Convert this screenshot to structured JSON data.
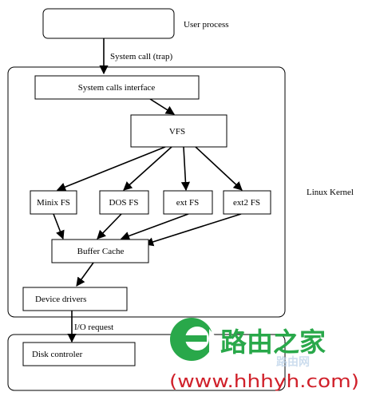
{
  "diagram": {
    "nodes": {
      "user_process": {
        "label": "User process"
      },
      "system_calls_interface": {
        "label": "System calls interface"
      },
      "vfs": {
        "label": "VFS"
      },
      "minix_fs": {
        "label": "Minix FS"
      },
      "dos_fs": {
        "label": "DOS FS"
      },
      "ext_fs": {
        "label": "ext FS"
      },
      "ext2_fs": {
        "label": "ext2 FS"
      },
      "buffer_cache": {
        "label": "Buffer Cache"
      },
      "device_drivers": {
        "label": "Device drivers"
      },
      "disk_controller": {
        "label": "Disk controler"
      }
    },
    "regions": {
      "linux_kernel": {
        "label": "Linux Kernel"
      }
    },
    "edges": {
      "system_call": {
        "from": "user_process",
        "to": "system_calls_interface",
        "label": "System call (trap)"
      },
      "sci_to_vfs": {
        "from": "system_calls_interface",
        "to": "vfs"
      },
      "vfs_to_minix": {
        "from": "vfs",
        "to": "minix_fs"
      },
      "vfs_to_dos": {
        "from": "vfs",
        "to": "dos_fs"
      },
      "vfs_to_ext": {
        "from": "vfs",
        "to": "ext_fs"
      },
      "vfs_to_ext2": {
        "from": "vfs",
        "to": "ext2_fs"
      },
      "minix_to_cache": {
        "from": "minix_fs",
        "to": "buffer_cache"
      },
      "dos_to_cache": {
        "from": "dos_fs",
        "to": "buffer_cache"
      },
      "ext_to_cache": {
        "from": "ext_fs",
        "to": "buffer_cache"
      },
      "ext2_to_cache": {
        "from": "ext2_fs",
        "to": "buffer_cache"
      },
      "cache_to_drivers": {
        "from": "buffer_cache",
        "to": "device_drivers"
      },
      "io_request": {
        "from": "device_drivers",
        "to": "disk_controller",
        "label": "I/O request"
      }
    }
  },
  "watermark": {
    "brand": "路由之家",
    "url": "(www.hhhyh.com)",
    "faint_label": "路由网",
    "colors": {
      "green": "#29a84a",
      "red": "#d0202a"
    }
  }
}
